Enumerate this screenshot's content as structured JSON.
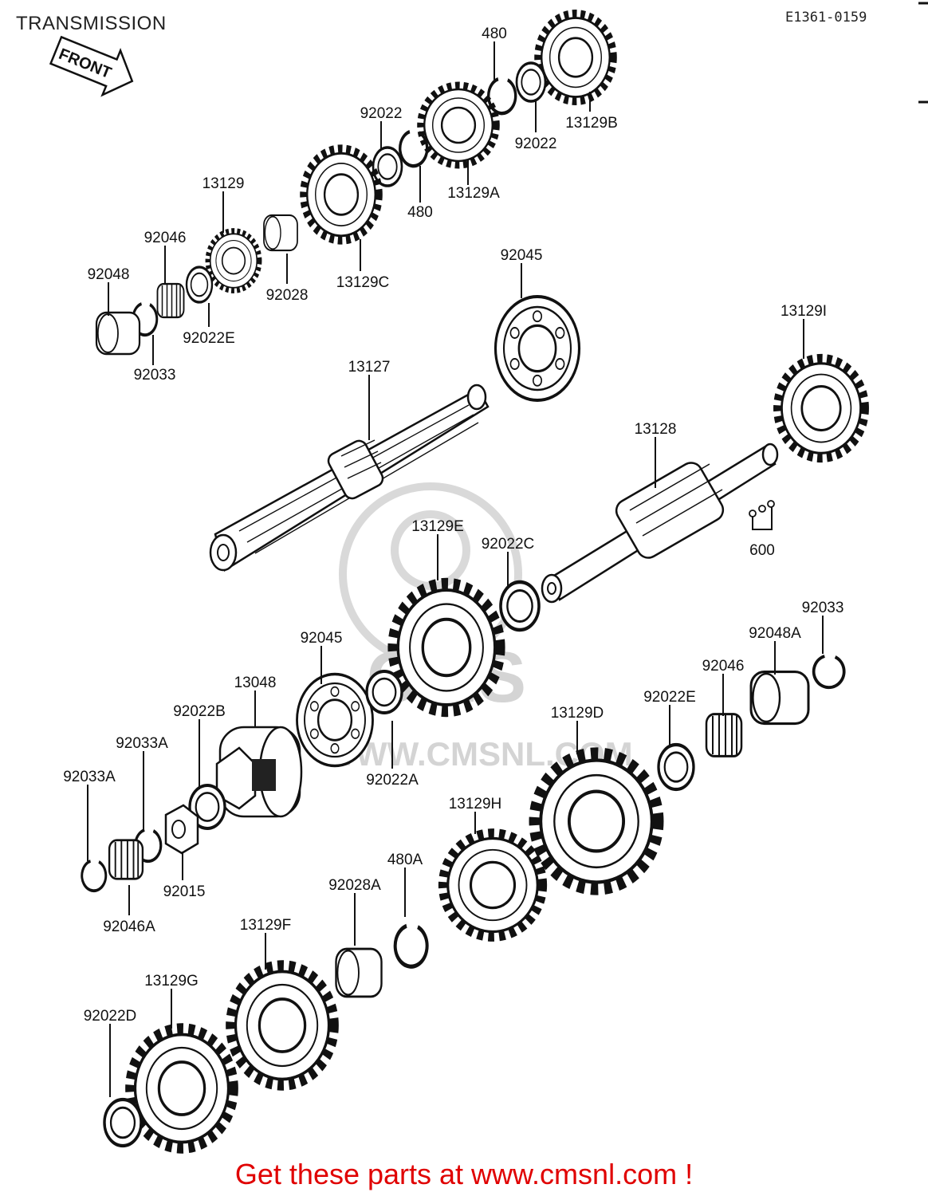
{
  "header": {
    "title": "TRANSMISSION",
    "code": "E1361-0159"
  },
  "front_arrow": {
    "label": "FRONT"
  },
  "watermark": {
    "text1": "CMS",
    "text2": "WWW.CMSNL.COM"
  },
  "footer": {
    "text": "Get these parts at www.cmsnl.com !"
  },
  "parts": [
    "480",
    "92022",
    "13129B",
    "92022",
    "13129A",
    "480",
    "13129",
    "92046",
    "92048",
    "92022E",
    "92028",
    "13129C",
    "92033",
    "92045",
    "13129I",
    "13127",
    "13128",
    "600",
    "13129E",
    "92022C",
    "92033",
    "92048A",
    "92046",
    "92022E",
    "92045",
    "13048",
    "92022B",
    "92033A",
    "92033A",
    "92022A",
    "13129D",
    "92015",
    "92046A",
    "13129H",
    "480A",
    "92028A",
    "13129F",
    "13129G",
    "92022D"
  ]
}
